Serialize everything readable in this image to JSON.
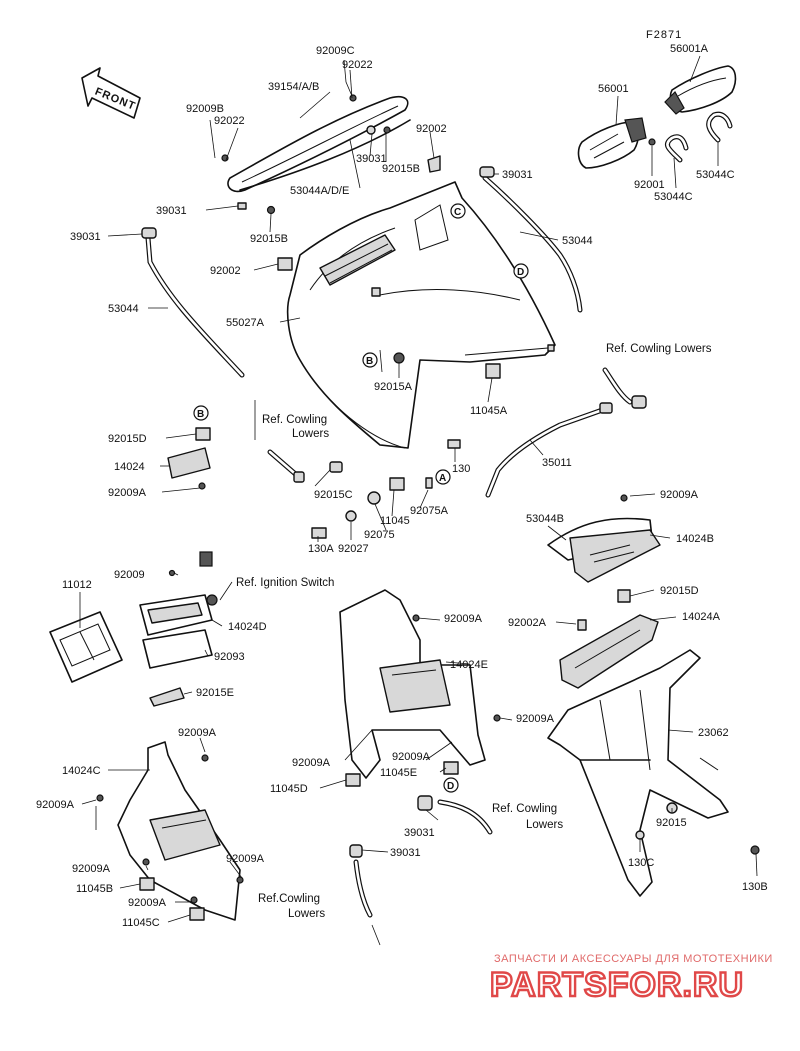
{
  "figure_code": "F2871",
  "front_label": "FRONT",
  "watermark": {
    "tagline": "ЗАПЧАСТИ И АКСЕССУАРЫ ДЛЯ МОТОТЕХНИКИ",
    "brand": "PARTSFOR.RU"
  },
  "markers": {
    "a": "A",
    "b": "B",
    "c": "C",
    "d": "D"
  },
  "refs": {
    "cowling_lowers_1": [
      "Ref. Cowling",
      "Lowers"
    ],
    "cowling_lowers_right": "Ref. Cowling Lowers",
    "cowling_lowers_2": [
      "Ref. Cowling",
      "Lowers"
    ],
    "cowling_lowers_3": [
      "Ref.Cowling",
      "Lowers"
    ],
    "ignition_switch": "Ref. Ignition Switch"
  },
  "labels": {
    "p92009C": "92009C",
    "p92022_top": "92022",
    "p39154AB": "39154/A/B",
    "p92009B": "92009B",
    "p92022_left": "92022",
    "p92002_top": "92002",
    "p39031_mid": "39031",
    "p92015B_mid": "92015B",
    "p53044ADE": "53044A/D/E",
    "p39031_left": "39031",
    "p92015B_low": "92015B",
    "p39031_far": "39031",
    "p92002_left": "92002",
    "p53044_left": "53044",
    "p55027A": "55027A",
    "p92015A": "92015A",
    "p39031_right": "39031",
    "p53044_right": "53044",
    "p56001A": "56001A",
    "p56001": "56001",
    "p92001": "92001",
    "p53044C_a": "53044C",
    "p53044C_b": "53044C",
    "p11045A": "11045A",
    "p92015D_left": "92015D",
    "p14024": "14024",
    "p92009A_left": "92009A",
    "p92015C": "92015C",
    "p130": "130",
    "p92075A": "92075A",
    "p11045": "11045",
    "p92075": "92075",
    "p92027": "92027",
    "p130A": "130A",
    "p35011": "35011",
    "p92009A_r1": "92009A",
    "p53044B": "53044B",
    "p14024B": "14024B",
    "p92015D_right": "92015D",
    "p92002A": "92002A",
    "p14024A": "14024A",
    "p23062": "23062",
    "p92015": "92015",
    "p130C": "130C",
    "p130B": "130B",
    "p92009_ign": "92009",
    "p11012": "11012",
    "p14024D": "14024D",
    "p92093": "92093",
    "p92015E": "92015E",
    "p92009A_c1": "92009A",
    "p14024E": "14024E",
    "p92009A_c2": "92009A",
    "p92009A_c3": "92009A",
    "p92009A_c4": "92009A",
    "p11045E": "11045E",
    "p11045D": "11045D",
    "p39031_low1": "39031",
    "p39031_low2": "39031",
    "p92009A_l1": "92009A",
    "p14024C": "14024C",
    "p92009A_l2": "92009A",
    "p92009A_l3": "92009A",
    "p92009A_l4": "92009A",
    "p11045B": "11045B",
    "p92009A_l5": "92009A",
    "p11045C": "11045C"
  }
}
